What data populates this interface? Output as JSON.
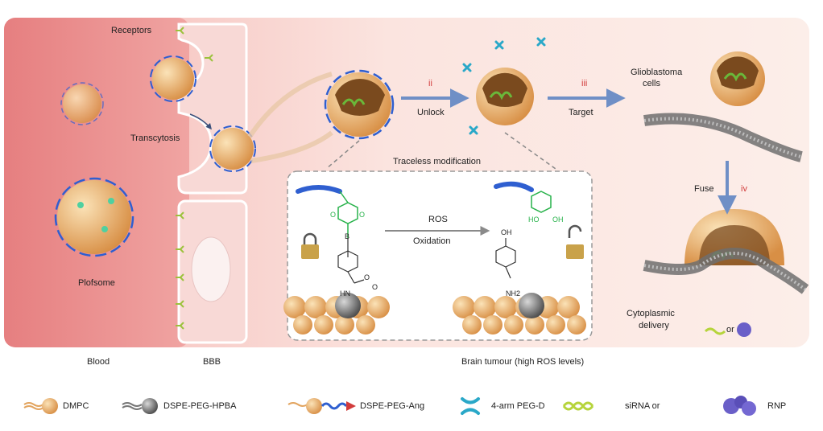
{
  "labels": {
    "receptors": "Receptors",
    "transcytosis": "Transcytosis",
    "plofsome": "Plofsome",
    "blood": "Blood",
    "bbb": "BBB",
    "brain_tumour": "Brain tumour (high ROS levels)",
    "step_ii": "ii",
    "unlock": "Unlock",
    "step_iii": "iii",
    "target": "Target",
    "glioblastoma": "Glioblastoma",
    "cells": "cells",
    "fuse": "Fuse",
    "step_iv": "iv",
    "cytoplasmic": "Cytoplasmic",
    "delivery": "delivery",
    "or": "or",
    "traceless": "Traceless modification",
    "ros": "ROS",
    "oxidation": "Oxidation"
  },
  "chem": {
    "b": "B",
    "o1": "O",
    "o2": "O",
    "o3": "O",
    "o4": "O",
    "hn": "HN",
    "oh": "OH",
    "oh2": "OH",
    "ho": "HO",
    "nh2": "NH2"
  },
  "legend": {
    "dmpc": "DMPC",
    "dspe_hpba": "DSPE-PEG-HPBA",
    "dspe_ang": "DSPE-PEG-Ang",
    "four_arm": "4-arm PEG-D",
    "sirna": "siRNA or",
    "rnp": "RNP"
  },
  "colors": {
    "blood": "#e98a8a",
    "bbb_cell": "#f6d2d0",
    "tumour_bg": "#fbeae6",
    "arrow_blue": "#6f8fc6",
    "roman_red": "#d23c3c",
    "peg_blue": "#2f5fd0",
    "lipid_orange": "#e2a45f",
    "chem_green": "#27b24a"
  }
}
